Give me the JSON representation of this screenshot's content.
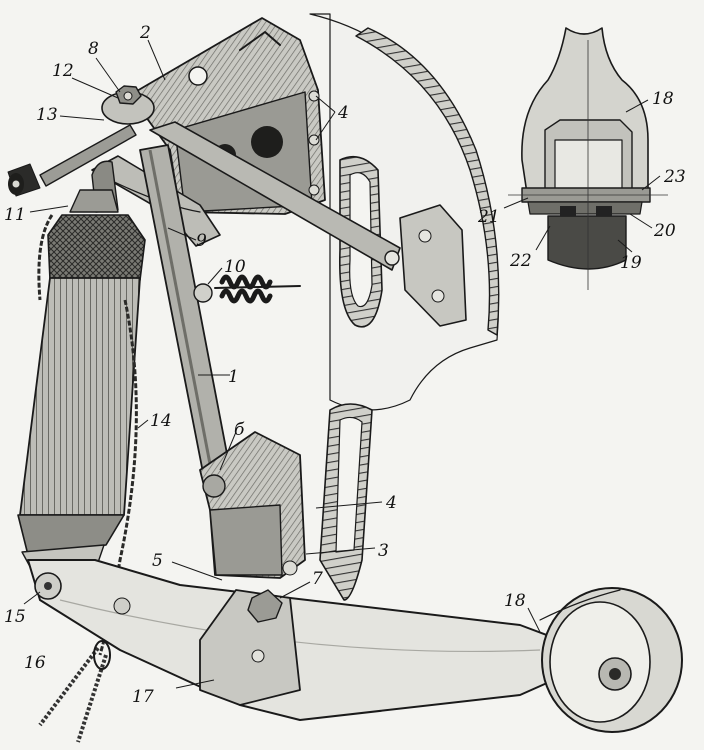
{
  "figure": {
    "labels": {
      "l1": "1",
      "l2": "2",
      "l3": "3",
      "l4a": "4",
      "l4b": "4",
      "l5": "5",
      "l6": "б",
      "l7": "7",
      "l8": "8",
      "l9": "9",
      "l10": "10",
      "l11": "11",
      "l12": "12",
      "l13": "13",
      "l14": "14",
      "l15": "15",
      "l16": "16",
      "l17": "17",
      "l18a": "18",
      "l18b": "18",
      "l19": "19",
      "l20": "20",
      "l21": "21",
      "l22": "22",
      "l23": "23"
    },
    "colors": {
      "ink": "#1a1a1a",
      "shade": "#8a8a86",
      "paper": "#f4f4f1",
      "light": "#d9d9d4",
      "mid": "#b5b5af"
    }
  }
}
